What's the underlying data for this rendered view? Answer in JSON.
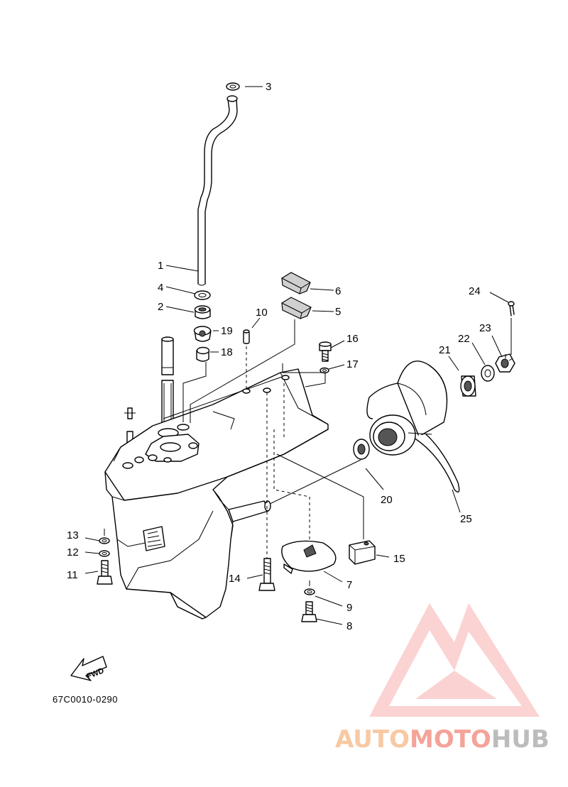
{
  "diagram": {
    "code": "67C0010-0290",
    "fwd_label": "FWD",
    "watermark": {
      "part1": "AUTO",
      "part2": "MOTO",
      "part3": "HUB",
      "color_primary": "#f8b58c",
      "color_secondary": "#f28a8a",
      "color_tertiary": "#b9b9b9"
    },
    "callouts": [
      "1",
      "2",
      "3",
      "4",
      "5",
      "6",
      "7",
      "8",
      "9",
      "10",
      "11",
      "12",
      "13",
      "14",
      "15",
      "16",
      "17",
      "18",
      "19",
      "20",
      "21",
      "22",
      "23",
      "24",
      "25"
    ]
  }
}
